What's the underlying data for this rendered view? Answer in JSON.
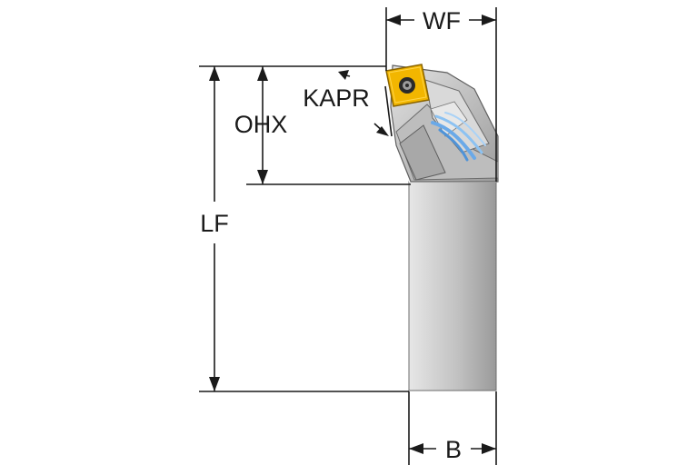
{
  "labels": {
    "wf": "WF",
    "ohx": "OHX",
    "kapr": "KAPR",
    "lf": "LF",
    "b": "B"
  },
  "colors": {
    "shank": "#c4c4c4",
    "shank_dark": "#8f8f8f",
    "head": "#cfcfcf",
    "head_dark": "#7d7d7d",
    "insert": "#f2b600",
    "insert_dark": "#b88600",
    "coolant": "#6aa9e8",
    "lines": "#1a1a1a"
  },
  "icons": [
    "insert-screw-icon",
    "coolant-channel-icon"
  ]
}
